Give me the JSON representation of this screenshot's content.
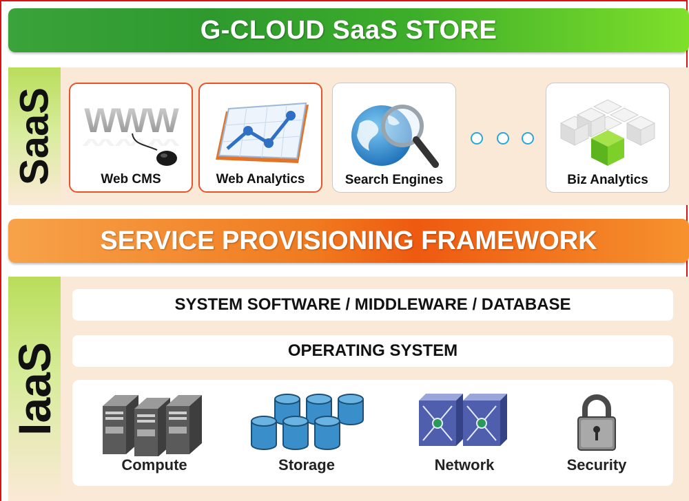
{
  "store": {
    "title": "G-CLOUD SaaS STORE"
  },
  "saas": {
    "label": "SaaS",
    "cards": [
      {
        "label": "Web CMS",
        "icon": "www-mouse-icon",
        "highlighted": true
      },
      {
        "label": "Web Analytics",
        "icon": "analytics-chart-icon",
        "highlighted": true
      },
      {
        "label": "Search Engines",
        "icon": "globe-magnifier-icon",
        "highlighted": false
      },
      {
        "label": "Biz Analytics",
        "icon": "cube-grid-icon",
        "highlighted": false
      }
    ],
    "ellipsis": [
      "○",
      "○",
      "○"
    ]
  },
  "framework": {
    "title": "SERVICE PROVISIONING FRAMEWORK"
  },
  "iaas": {
    "label": "IaaS",
    "layers": [
      {
        "label": "SYSTEM SOFTWARE / MIDDLEWARE / DATABASE"
      },
      {
        "label": "OPERATING SYSTEM"
      }
    ],
    "resources": [
      {
        "label": "Compute",
        "icon": "server-icon"
      },
      {
        "label": "Storage",
        "icon": "storage-cylinders-icon"
      },
      {
        "label": "Network",
        "icon": "network-switch-icon"
      },
      {
        "label": "Security",
        "icon": "padlock-icon"
      }
    ]
  },
  "colors": {
    "frame": "#e01010",
    "store_green": "#3aa33a",
    "framework_orange": "#f07a1f",
    "band": "#fbe9d7",
    "highlight_border": "#e8532a",
    "dot": "#2aa6d8"
  }
}
